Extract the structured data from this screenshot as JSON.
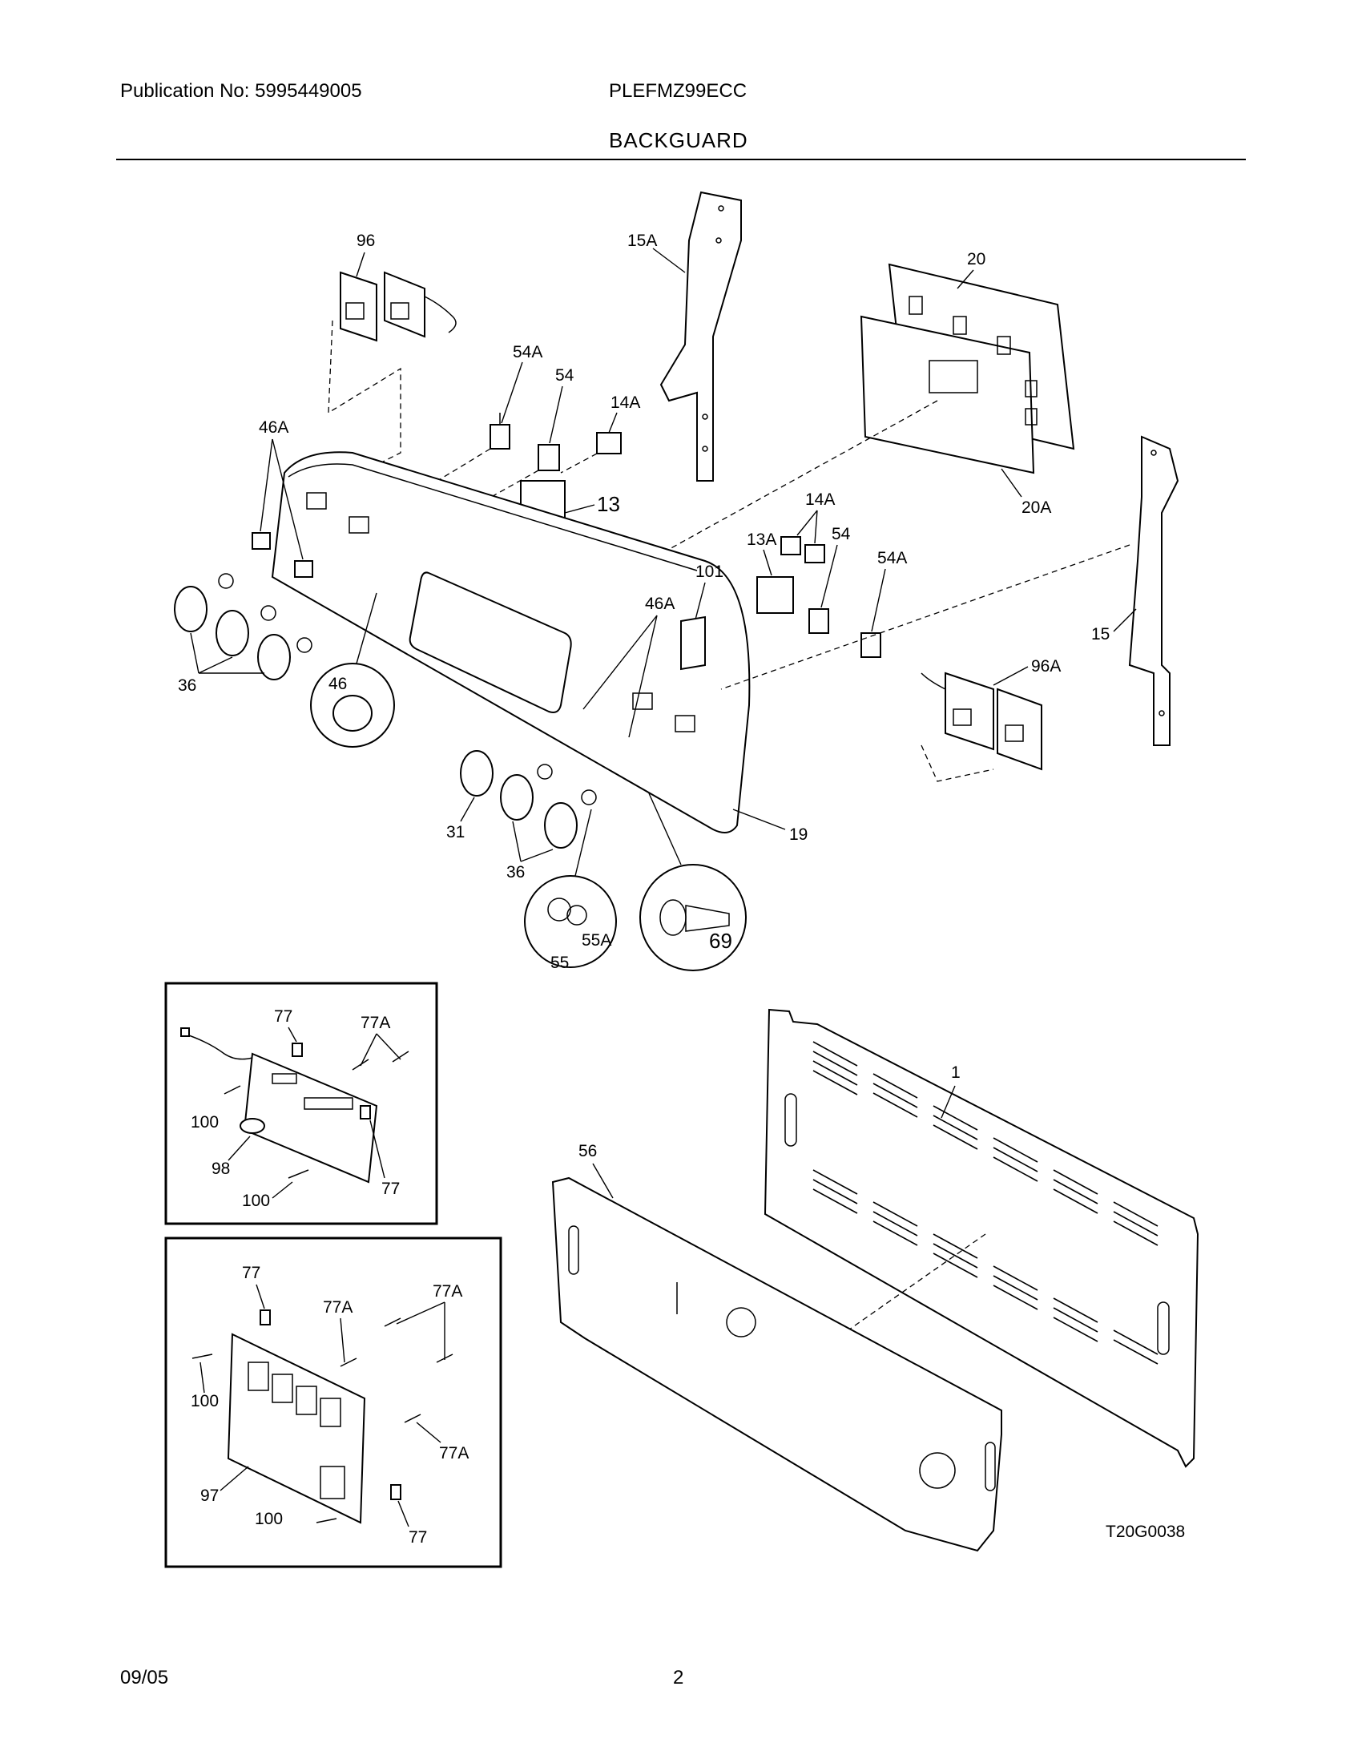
{
  "header": {
    "publication": "Publication No: 5995449005",
    "model": "PLEFMZ99ECC",
    "section_title": "BACKGUARD"
  },
  "footer": {
    "date": "09/05",
    "page": "2"
  },
  "figure_code": "T20G0038",
  "callouts": {
    "c96": "96",
    "c15A": "15A",
    "c20": "20",
    "c54A_top": "54A",
    "c54_top": "54",
    "c14A_top": "14A",
    "c46A_left": "46A",
    "c13": "13",
    "c20A": "20A",
    "c14A_mid": "14A",
    "c13A": "13A",
    "c54_mid": "54",
    "c54A_mid": "54A",
    "c101": "101",
    "c46A_mid": "46A",
    "c15": "15",
    "c96A": "96A",
    "c36_left": "36",
    "c46": "46",
    "c19": "19",
    "c31": "31",
    "c36_bottom": "36",
    "c55A": "55A",
    "c55": "55",
    "c69": "69",
    "i1_77_top": "77",
    "i1_77A": "77A",
    "i1_100_left": "100",
    "i1_98": "98",
    "i1_100_bottom": "100",
    "i1_77_bottom": "77",
    "i2_77_top": "77",
    "i2_77A_left": "77A",
    "i2_77A_right": "77A",
    "i2_100_left": "100",
    "i2_77A_mid": "77A",
    "i2_97": "97",
    "i2_100_bottom": "100",
    "i2_77_bottom": "77",
    "c1": "1",
    "c56": "56"
  }
}
